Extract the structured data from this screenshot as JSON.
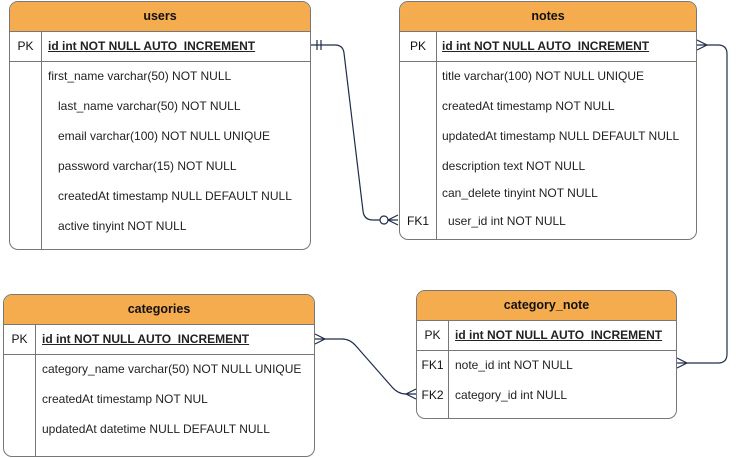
{
  "entities": {
    "users": {
      "title": "users",
      "pk_label": "PK",
      "pk_field": "id int NOT NULL AUTO_INCREMENT",
      "fields": [
        "first_name varchar(50) NOT NULL",
        "last_name varchar(50) NOT NULL",
        "email varchar(100) NOT NULL UNIQUE",
        "password varchar(15) NOT NULL",
        "createdAt timestamp NULL DEFAULT NULL",
        "active tinyint NOT NULL"
      ]
    },
    "notes": {
      "title": "notes",
      "pk_label": "PK",
      "pk_field": "id int NOT NULL AUTO_INCREMENT",
      "fields": [
        "title varchar(100) NOT NULL UNIQUE",
        "createdAt timestamp NOT NULL",
        "updatedAt timestamp NULL DEFAULT NULL",
        "description text NOT NULL",
        "can_delete tinyint NOT NULL",
        "user_id int NOT NULL"
      ],
      "fk_label": "FK1"
    },
    "categories": {
      "title": "categories",
      "pk_label": "PK",
      "pk_field": "id int NOT NULL AUTO_INCREMENT",
      "fields": [
        "category_name varchar(50) NOT NULL UNIQUE",
        "createdAt timestamp NOT NUL",
        "updatedAt datetime  NULL DEFAULT NULL"
      ]
    },
    "category_note": {
      "title": "category_note",
      "pk_label": "PK",
      "pk_field": "id int NOT NULL AUTO_INCREMENT",
      "fields": [
        "note_id int NOT NULL",
        "category_id int NULL"
      ],
      "fk_labels": [
        "FK1",
        "FK2"
      ]
    }
  },
  "relationships": [
    {
      "from": "users",
      "to": "notes",
      "from_end": "one-and-only-one",
      "to_end": "zero-or-many"
    },
    {
      "from": "notes",
      "to": "category_note",
      "from_end": "many",
      "to_end": "many"
    },
    {
      "from": "categories",
      "to": "category_note",
      "from_end": "many",
      "to_end": "many"
    }
  ],
  "colors": {
    "header": "#f5ac4f",
    "border": "#777777",
    "edge": "#1f2d4a"
  }
}
